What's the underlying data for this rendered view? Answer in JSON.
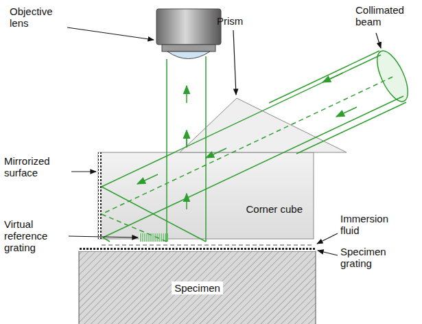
{
  "diagram": {
    "nodes": [
      {
        "text": [
          "Corner cube"
        ]
      },
      {
        "text": [
          "Specimen"
        ]
      }
    ],
    "labels": [
      "Objective lens",
      "Prism",
      "Collimated beam",
      "Mirrorized surface",
      "Virtual reference grating",
      "Immersion fluid",
      "Specimen grating"
    ]
  }
}
